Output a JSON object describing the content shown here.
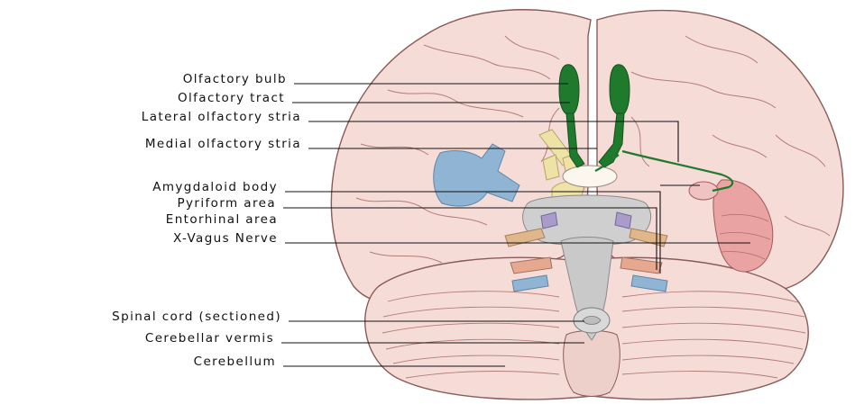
{
  "labels": {
    "olfactory_bulb": "Olfactory bulb",
    "olfactory_tract": "Olfactory tract",
    "lateral_olfactory_stria": "Lateral olfactory stria",
    "medial_olfactory_stria": "Medial olfactory stria",
    "amygdaloid_body": "Amygdaloid body",
    "pyriform_area": "Pyriform area",
    "entorhinal_area": "Entorhinal area",
    "vagus_nerve": "X-Vagus Nerve",
    "spinal_cord": "Spinal cord (sectioned)",
    "cerebellar_vermis": "Cerebellar vermis",
    "cerebellum": "Cerebellum"
  },
  "colors": {
    "cortex_fill": "#f6dcd7",
    "cortex_outline": "#8a5a58",
    "olfactory_green": "#1f7a2e",
    "vessel_blue": "#8fb4d4",
    "brainstem_gray": "#c9c9c9",
    "pyriform_pink": "#e9a3a3",
    "optic_yellow": "#efe2a6"
  }
}
